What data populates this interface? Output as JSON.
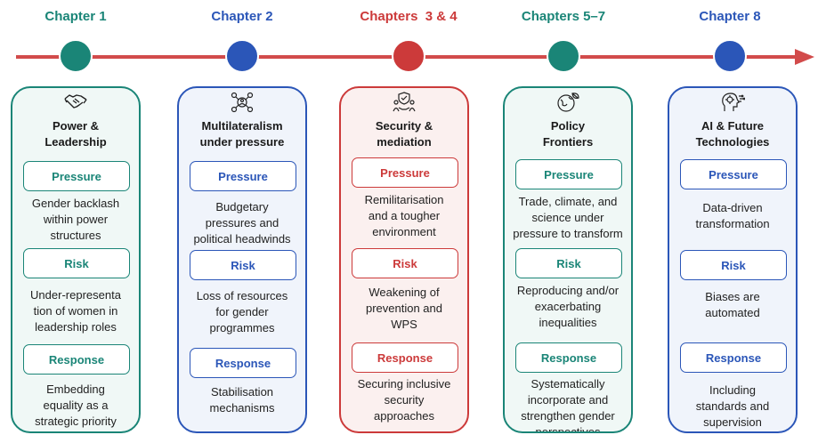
{
  "colors": {
    "teal": "#1a8577",
    "blue": "#2b56b8",
    "red": "#cc3a3a",
    "teal_bg": "#f0f8f6",
    "blue_bg": "#f0f4fb",
    "red_bg": "#fbf0ef",
    "axis": "#d24b4b"
  },
  "chapters": [
    {
      "label": "Chapter 1",
      "theme": "teal",
      "icon": "handshake-icon",
      "title": "Power &\nLeadership",
      "pressure_label": "Pressure",
      "pressure_text": "Gender backlash\nwithin power\nstructures",
      "risk_label": "Risk",
      "risk_text": "Under-representa\ntion of women in\nleadership roles",
      "response_label": "Response",
      "response_text": "Embedding\nequality as a\nstrategic priority"
    },
    {
      "label": "Chapter 2",
      "theme": "blue",
      "icon": "network-people-icon",
      "title": "Multilateralism\nunder pressure",
      "pressure_label": "Pressure",
      "pressure_text": "Budgetary\npressures and\npolitical headwinds",
      "risk_label": "Risk",
      "risk_text": "Loss of resources\nfor gender\nprogrammes",
      "response_label": "Response",
      "response_text": "Stabilisation\nmechanisms"
    },
    {
      "label": "Chapters  3 & 4",
      "theme": "red",
      "icon": "shield-people-icon",
      "title": "Security &\nmediation",
      "pressure_label": "Pressure",
      "pressure_text": "Remilitarisation\nand a tougher\nenvironment",
      "risk_label": "Risk",
      "risk_text": "Weakening of\nprevention and\nWPS",
      "response_label": "Response",
      "response_text": "Securing inclusive\nsecurity\napproaches"
    },
    {
      "label": "Chapters 5–7",
      "theme": "teal",
      "icon": "globe-leaf-icon",
      "title": "Policy\nFrontiers",
      "pressure_label": "Pressure",
      "pressure_text": "Trade, climate, and\nscience under\npressure to transform",
      "risk_label": "Risk",
      "risk_text": "Reproducing and/or\nexacerbating\ninequalities",
      "response_label": "Response",
      "response_text": "Systematically\nincorporate and\nstrengthen gender\nperspectives"
    },
    {
      "label": "Chapter 8",
      "theme": "blue",
      "icon": "ai-head-icon",
      "title": "AI & Future\nTechnologies",
      "pressure_label": "Pressure",
      "pressure_text": "Data-driven\ntransformation",
      "risk_label": "Risk",
      "risk_text": "Biases are\nautomated",
      "response_label": "Response",
      "response_text": "Including\nstandards and\nsupervision"
    }
  ]
}
